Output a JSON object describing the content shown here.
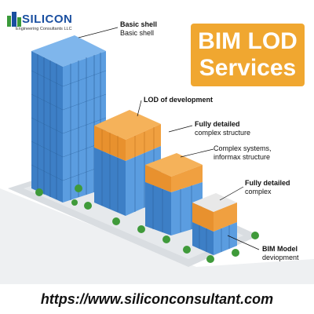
{
  "logo": {
    "name": "SILICON",
    "tagline": "Engineering Consultants LLC",
    "icon": "building-logo-icon"
  },
  "headline": {
    "line1": "BIM LOD",
    "line2": "Services"
  },
  "callouts": {
    "basic_shell_title": "Basic shell",
    "basic_shell_sub": "Basic shell",
    "lod_dev": "LOD of development",
    "fully_detailed_1_title": "Fully detailed",
    "fully_detailed_1_sub": "complex structure",
    "complex_systems_line1": "Complex systems,",
    "complex_systems_line2": "informax structure",
    "fully_detailed_2_title": "Fully detailed",
    "fully_detailed_2_sub": "complex",
    "bim_model_title": "BIM Model",
    "bim_model_sub": "deviopment"
  },
  "footer": {
    "url": "https://www.siliconconsultant.com"
  },
  "colors": {
    "building_blue": "#4a8fd6",
    "building_orange": "#f0a040",
    "accent_orange": "#f0a730",
    "brand_blue": "#1a4fa0",
    "tree_green": "#3f9a3a"
  }
}
